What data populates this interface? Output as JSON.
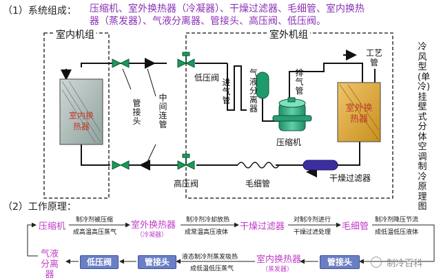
{
  "section1": {
    "heading": "（1）系统组成：",
    "components_line1": "压缩机、室外换热器（冷凝器）、干燥过滤器、毛细管、室内换热",
    "components_line2": "器（蒸发器）、气液分离器、管接头、高压阀、低压阀。"
  },
  "diagram": {
    "indoor_group": "室内机组",
    "outdoor_group": "室外机组",
    "indoor_hx": "室内换热器",
    "outdoor_hx": "室外换热器",
    "pipe_joint": "管接头",
    "connecting_pipe": "中间连管",
    "low_valve": "低压阀",
    "high_valve": "高压阀",
    "intake_pipe": "进气管",
    "separator": "气液分离器",
    "exhaust_pipe": "排气管",
    "compressor": "压缩机",
    "process_pipe": "工艺管",
    "capillary": "毛细管",
    "dryer_filter": "干燥过滤器",
    "side_title": "冷风型(单冷)挂壁式分体空调制冷原理图"
  },
  "section2": {
    "heading": "（2）工作原理：",
    "row1": [
      {
        "label": "压缩机"
      },
      {
        "note_top": "制冷剂被压缩",
        "note_bottom": "成高温高压蒸气"
      },
      {
        "label": "室外换热器",
        "sub": "（冷凝器）"
      },
      {
        "note_top": "制冷剂冷却放热",
        "note_bottom": "成常温高压液体"
      },
      {
        "label": "干燥过滤器"
      },
      {
        "note_top": "对制冷剂进行",
        "note_bottom": "干燥过滤处理"
      },
      {
        "label": "毛细管"
      },
      {
        "note_top": "制冷剂降压节流",
        "note_bottom": "成低温低压液体"
      }
    ],
    "row2": [
      {
        "label": "气液分离器"
      },
      {
        "box": "低压阀"
      },
      {
        "box": "管接头"
      },
      {
        "note_top": "液态制冷剂蒸发吸热",
        "note_bottom": "成低温低压蒸气"
      },
      {
        "label": "室内换热器",
        "sub": "（蒸发器）"
      },
      {
        "box": "管接头"
      }
    ],
    "watermark": "制冷百科"
  },
  "colors": {
    "accent": "#8a2fb5",
    "flow": "#c03bc8",
    "box": "#6a7fc4",
    "valve": "#1a9a5a",
    "hx": "#b8860b"
  }
}
